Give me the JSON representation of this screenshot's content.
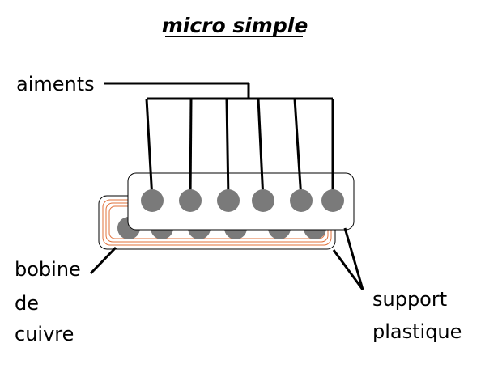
{
  "title": "micro simple",
  "labels": {
    "magnets": "aiments",
    "coil_line1": "bobine",
    "coil_line2": "de",
    "coil_line3": "cuivre",
    "support_line1": "support",
    "support_line2": "plastique"
  },
  "colors": {
    "ink": "#000000",
    "pole": "#7a7a7a",
    "copper": "#e0703a"
  },
  "magnet_count": 6
}
